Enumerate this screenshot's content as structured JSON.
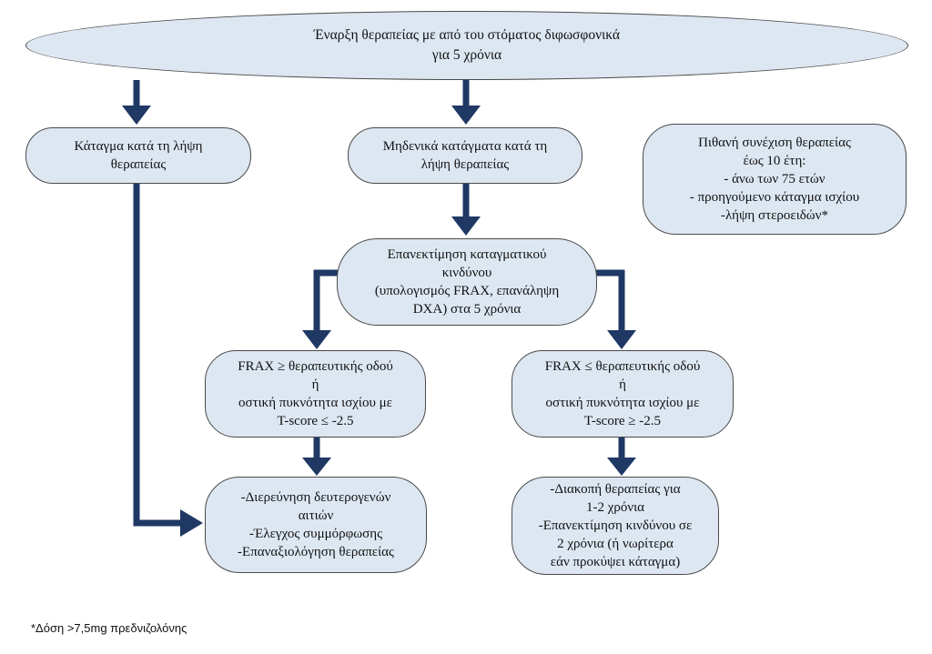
{
  "diagram": {
    "nodes": {
      "start": [
        "Έναρξη θεραπείας με από του στόματος διφωσφονικά",
        "για 5 χρόνια"
      ],
      "fracture": [
        "Κάταγμα κατά τη λήψη",
        "θεραπείας"
      ],
      "no_fracture": [
        "Μηδενικά κατάγματα κατά τη",
        "λήψη θεραπείας"
      ],
      "possible_continuation": [
        "Πιθανή συνέχιση θεραπείας",
        "έως 10 έτη:",
        "- άνω των 75 ετών",
        "- προηγούμενο κάταγμα ισχίου",
        "-λήψη στεροειδών*"
      ],
      "reassessment": [
        "Επανεκτίμηση καταγματικού",
        "κινδύνου",
        "(υπολογισμός FRAX, επανάληψη",
        "DXA) στα 5 χρόνια"
      ],
      "frax_high": [
        "FRAX ≥ θεραπευτικής οδού",
        "ή",
        "οστική πυκνότητα ισχίου με",
        "T-score ≤ -2.5"
      ],
      "frax_low": [
        "FRAX ≤ θεραπευτικής οδού",
        "ή",
        "οστική πυκνότητα ισχίου με",
        "T-score ≥  -2.5"
      ],
      "investigate": [
        "-Διερεύνηση δευτερογενών",
        "αιτιών",
        "-Έλεγχος συμμόρφωσης",
        "-Επαναξιολόγηση θεραπείας"
      ],
      "stop": [
        "-Διακοπή θεραπείας για",
        "1-2 χρόνια",
        "-Επανεκτίμηση κινδύνου σε",
        "2 χρόνια (ή νωρίτερα",
        "εάν προκύψει κάταγμα)"
      ]
    },
    "footnote": "*Δόση >7,5mg πρεδνιζολόνης",
    "colors": {
      "node_fill": "#dde7f2",
      "node_border": "#4a4a4a",
      "arrow": "#1f3864"
    }
  }
}
